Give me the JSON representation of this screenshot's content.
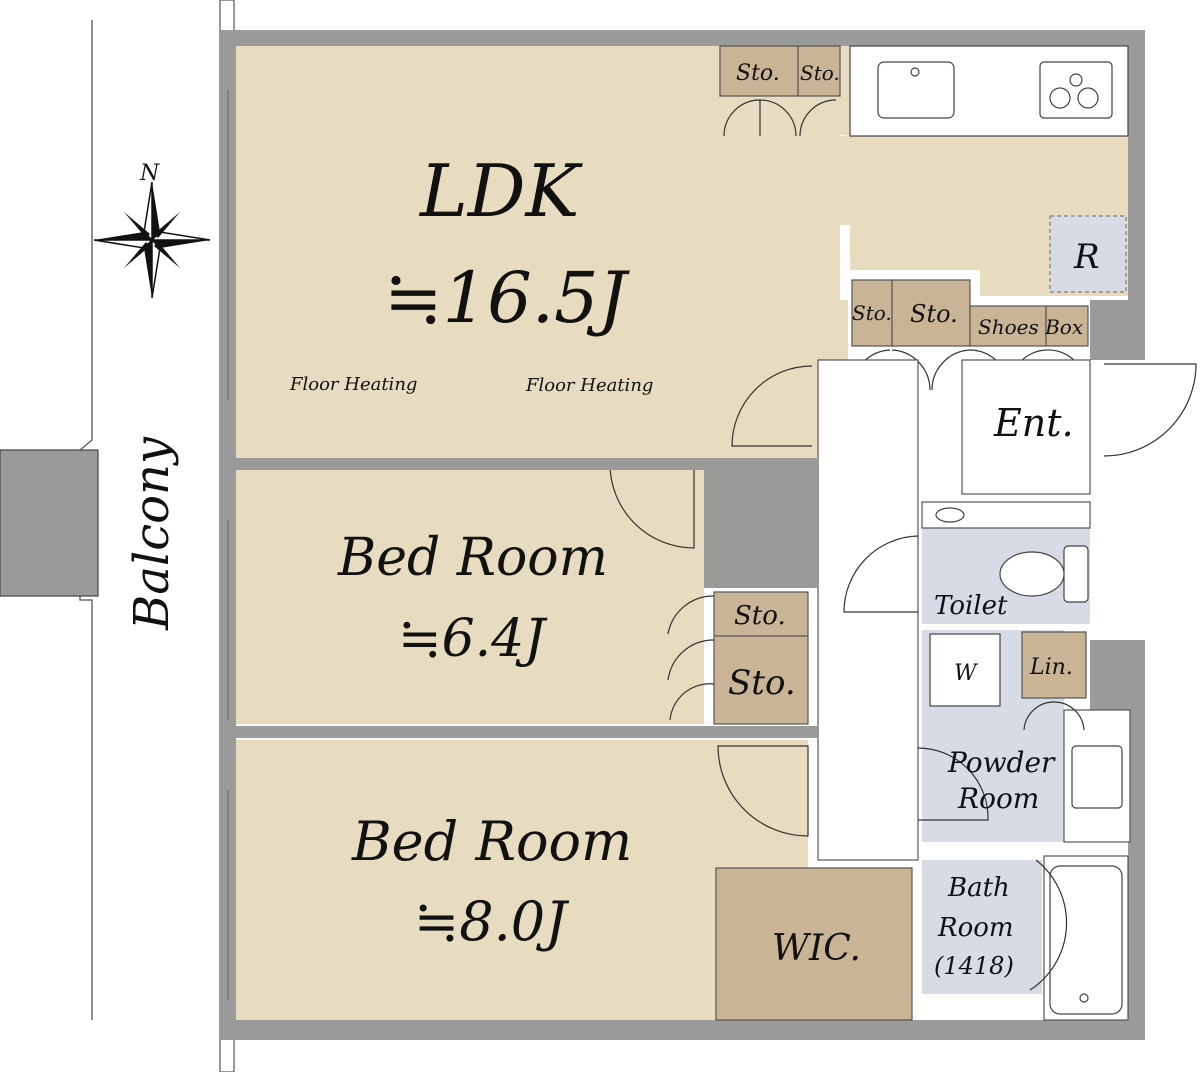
{
  "rooms": {
    "ldk": {
      "name": "LDK",
      "area": "≒16.5J"
    },
    "floor_heating_1": "Floor Heating",
    "floor_heating_2": "Floor Heating",
    "bedroom1": {
      "name": "Bed Room",
      "area": "≒6.4J"
    },
    "bedroom2": {
      "name": "Bed Room",
      "area": "≒8.0J"
    },
    "wic": "WIC.",
    "entrance": "Ent.",
    "toilet": "Toilet",
    "powder_line1": "Powder",
    "powder_line2": "Room",
    "bath_line1": "Bath",
    "bath_line2": "Room",
    "bath_size": "(1418)",
    "balcony": "Balcony",
    "refrigerator": "R",
    "washer": "W",
    "linen": "Lin."
  },
  "storage": {
    "kitchen_sto_1": "Sto.",
    "kitchen_sto_2": "Sto.",
    "hall_sto_1": "Sto.",
    "hall_sto_2": "Sto.",
    "shoes_box": "Shoes Box",
    "bedroom_sto_1": "Sto.",
    "bedroom_sto_2": "Sto."
  },
  "compass": {
    "north": "N"
  },
  "colors": {
    "room_floor": "#e8dcc0",
    "storage": "#c9b496",
    "wet_area": "#d6dbe6",
    "wall": "#9a9a9a"
  }
}
